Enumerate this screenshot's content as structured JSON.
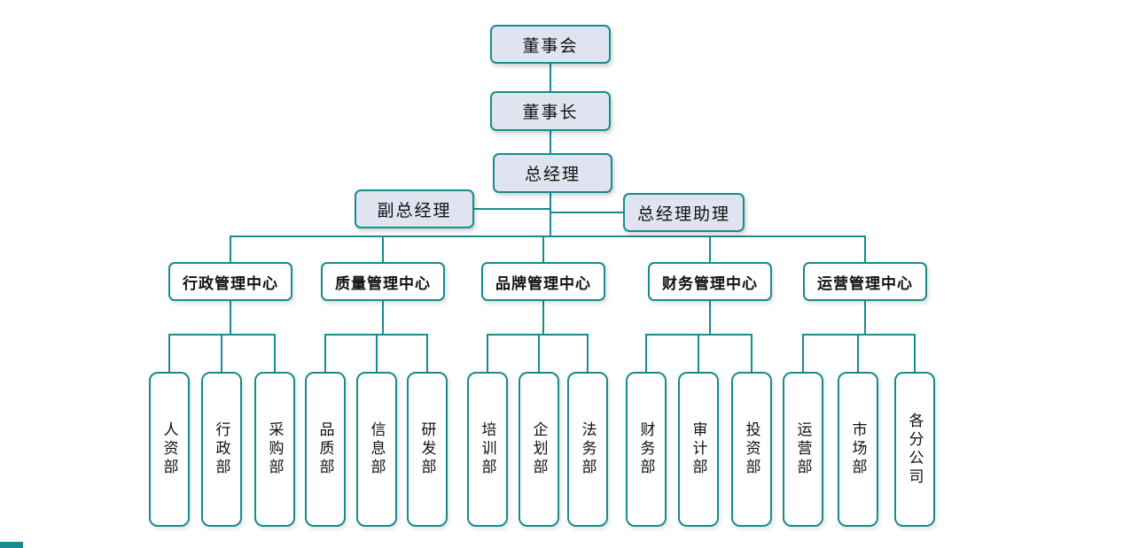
{
  "colors": {
    "line": "#168c8f",
    "box_border": "#168c8f",
    "top_fill": "#dfe4f0",
    "dept_fill": "#ffffff"
  },
  "nodes": {
    "board": "董事会",
    "chairman": "董事长",
    "general_manager": "总经理",
    "deputy_gm": "副总经理",
    "gm_assistant": "总经理助理"
  },
  "centers": [
    {
      "label": "行政管理中心",
      "departments": [
        "人资部",
        "行政部",
        "采购部"
      ]
    },
    {
      "label": "质量管理中心",
      "departments": [
        "品质部",
        "信息部",
        "研发部"
      ]
    },
    {
      "label": "品牌管理中心",
      "departments": [
        "培训部",
        "企划部",
        "法务部"
      ]
    },
    {
      "label": "财务管理中心",
      "departments": [
        "财务部",
        "审计部",
        "投资部"
      ]
    },
    {
      "label": "运营管理中心",
      "departments": [
        "运营部",
        "市场部",
        "各分公司"
      ]
    }
  ]
}
